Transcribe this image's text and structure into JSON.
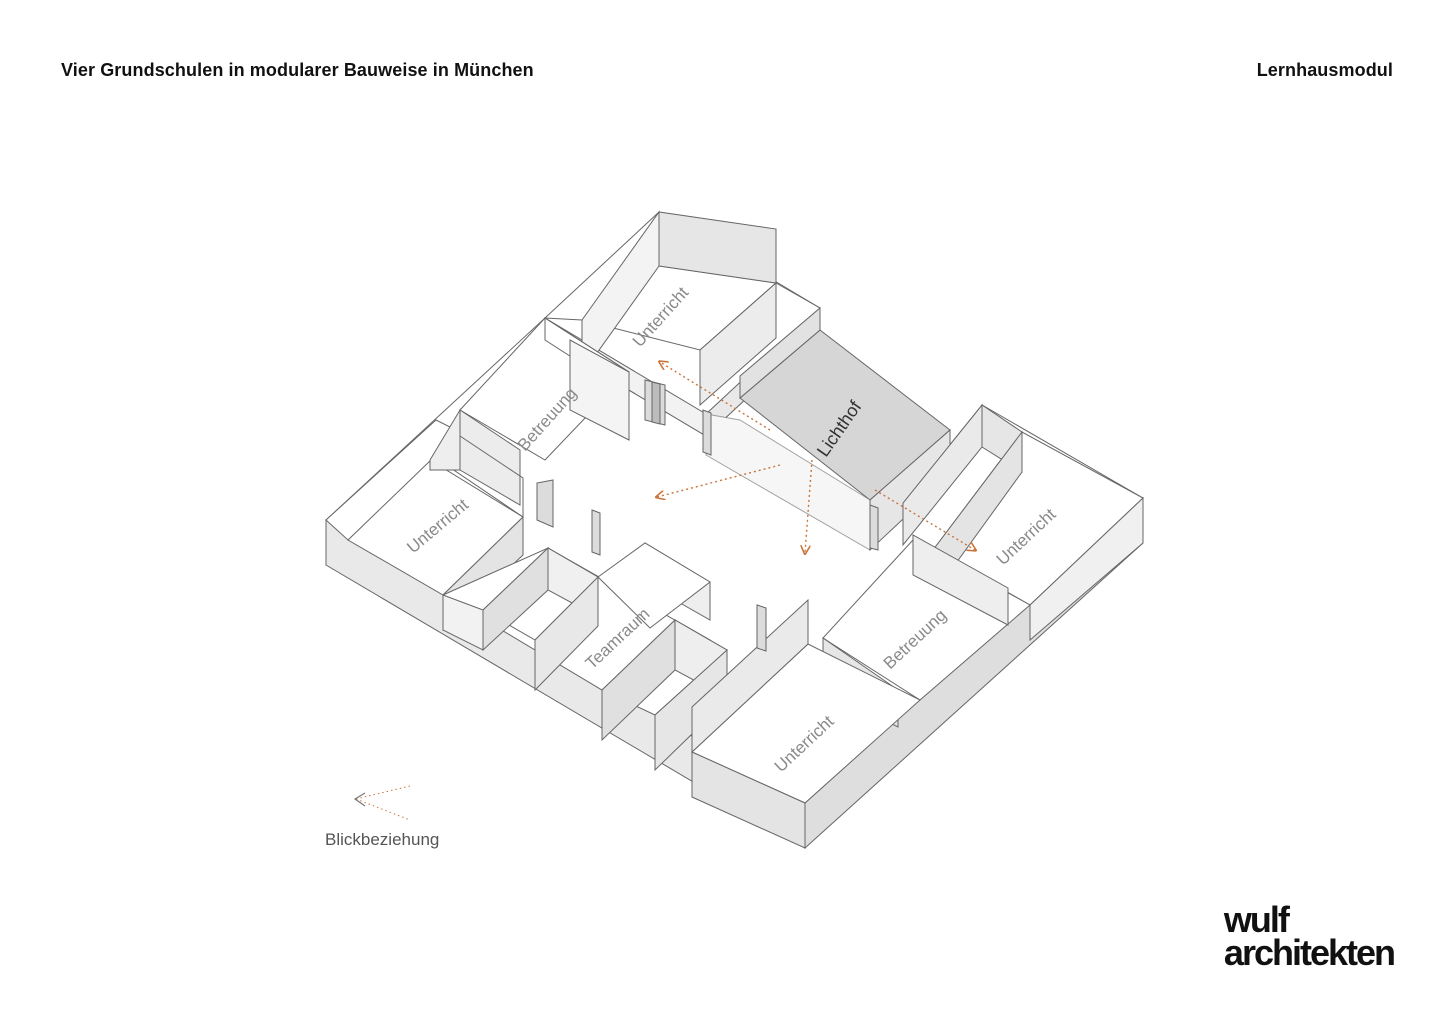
{
  "header": {
    "title": "Vier Grundschulen in modularer Bauweise in München",
    "subtitle": "Lernhausmodul"
  },
  "rooms": {
    "unterricht_top": "Unterricht",
    "betreuung_left": "Betreuung",
    "unterricht_left": "Unterricht",
    "lichthof": "Lichthof",
    "teamraum": "Teamraum",
    "unterricht_right": "Unterricht",
    "betreuung_right": "Betreuung",
    "unterricht_bottom": "Unterricht"
  },
  "legend": {
    "label": "Blickbeziehung"
  },
  "logo": {
    "line1": "wulf",
    "line2": "architekten"
  },
  "colors": {
    "wall_light": "#eaeaea",
    "wall_mid": "#dcdcdc",
    "courtyard": "#d6d6d6",
    "line": "#666666",
    "arrow": "#c8743a"
  }
}
